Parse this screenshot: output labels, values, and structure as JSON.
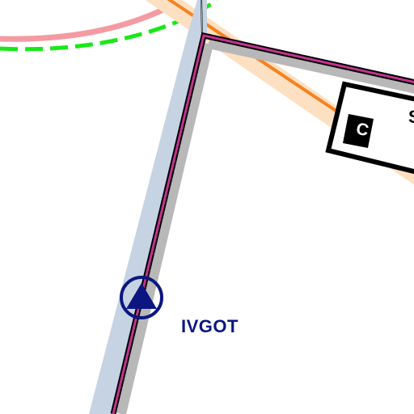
{
  "map": {
    "waypoint": {
      "name": "IVGOT",
      "symbol": "triangle-in-circle"
    },
    "airspace_box": {
      "code": "C",
      "edge_text": "S"
    },
    "colors": {
      "route": "#c2328f",
      "route_casing": "#000000",
      "route_shadow": "#b8b8b8",
      "airway_blue": "#c5d3e2",
      "orange_route": "#f58220",
      "orange_buffer": "#fde0c2",
      "pink_arc": "#f49aa2",
      "green_dashed": "#18e818",
      "waypoint": "#0b1683"
    }
  }
}
